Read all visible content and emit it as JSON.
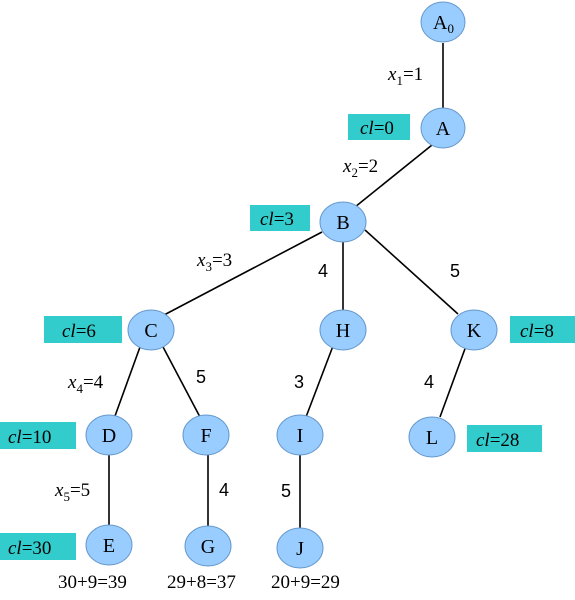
{
  "nodes": {
    "A0": {
      "letter": "A",
      "sub": "0"
    },
    "A": {
      "letter": "A"
    },
    "B": {
      "letter": "B"
    },
    "C": {
      "letter": "C"
    },
    "H": {
      "letter": "H"
    },
    "K": {
      "letter": "K"
    },
    "D": {
      "letter": "D"
    },
    "F": {
      "letter": "F"
    },
    "I": {
      "letter": "I"
    },
    "L": {
      "letter": "L"
    },
    "E": {
      "letter": "E"
    },
    "G": {
      "letter": "G"
    },
    "J": {
      "letter": "J"
    }
  },
  "edges": {
    "A0_A": {
      "var": "x",
      "sub": "1",
      "val": "=1"
    },
    "A_B": {
      "var": "x",
      "sub": "2",
      "val": "=2"
    },
    "B_C": {
      "var": "x",
      "sub": "3",
      "val": "=3"
    },
    "B_H": {
      "label": "4"
    },
    "B_K": {
      "label": "5"
    },
    "C_D": {
      "var": "x",
      "sub": "4",
      "val": "=4"
    },
    "C_F": {
      "label": "5"
    },
    "H_I": {
      "label": "3"
    },
    "K_L": {
      "label": "4"
    },
    "D_E": {
      "var": "x",
      "sub": "5",
      "val": "=5"
    },
    "F_G": {
      "label": "4"
    },
    "I_J": {
      "label": "5"
    }
  },
  "cl": {
    "prefix": "cl",
    "A": "=0",
    "B": "=3",
    "C": "=6",
    "K": "=8",
    "D": "=10",
    "L": "=28",
    "E": "=30"
  },
  "costs": {
    "E": "30+9=39",
    "G": "29+8=37",
    "J": "20+9=29"
  },
  "colors": {
    "node_fill": "#99ccff",
    "cl_box": "#33cccc"
  }
}
